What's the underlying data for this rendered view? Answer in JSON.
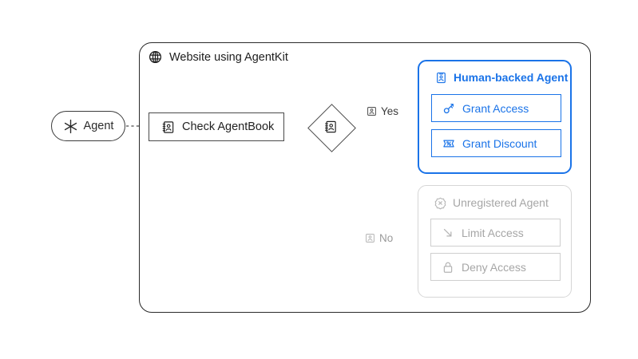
{
  "diagram": {
    "type": "flowchart",
    "title": "Website using AgentKit",
    "start": {
      "label": "Agent",
      "icon": "sparkle-icon",
      "shape": "pill"
    },
    "container": {
      "label": "Website using AgentKit",
      "icon": "globe-icon"
    },
    "process": {
      "label": "Check AgentBook",
      "icon": "address-book-icon",
      "shape": "rectangle"
    },
    "decision": {
      "label": "",
      "icon": "address-book-icon",
      "shape": "diamond"
    },
    "edges": [
      {
        "from": "start",
        "to": "process",
        "label": "",
        "style": "dashed"
      },
      {
        "from": "process",
        "to": "decision",
        "label": "",
        "style": "solid"
      },
      {
        "from": "decision",
        "to": "group-human",
        "label": "Yes",
        "icon": "contact-card-icon",
        "style": "solid",
        "color": "#3a3a3a"
      },
      {
        "from": "decision",
        "to": "group-unregistered",
        "label": "No",
        "icon": "contact-card-icon",
        "style": "solid",
        "color": "#c4c4c4"
      }
    ],
    "groups": [
      {
        "id": "human-backed",
        "title": "Human-backed Agent",
        "icon": "id-badge-icon",
        "state": "active",
        "color": "#1a73e8",
        "items": [
          {
            "label": "Grant Access",
            "icon": "key-icon"
          },
          {
            "label": "Grant Discount",
            "icon": "discount-ticket-icon"
          }
        ]
      },
      {
        "id": "unregistered",
        "title": "Unregistered Agent",
        "icon": "badge-x-icon",
        "state": "disabled",
        "color": "#a6a6a6",
        "items": [
          {
            "label": "Limit Access",
            "icon": "arrow-down-right-icon"
          },
          {
            "label": "Deny Access",
            "icon": "lock-icon"
          }
        ]
      }
    ],
    "colors": {
      "accent_blue": "#1a73e8",
      "ink": "#2a2a2a",
      "muted": "#a6a6a6",
      "line_muted": "#c4c4c4",
      "background": "#ffffff"
    }
  }
}
